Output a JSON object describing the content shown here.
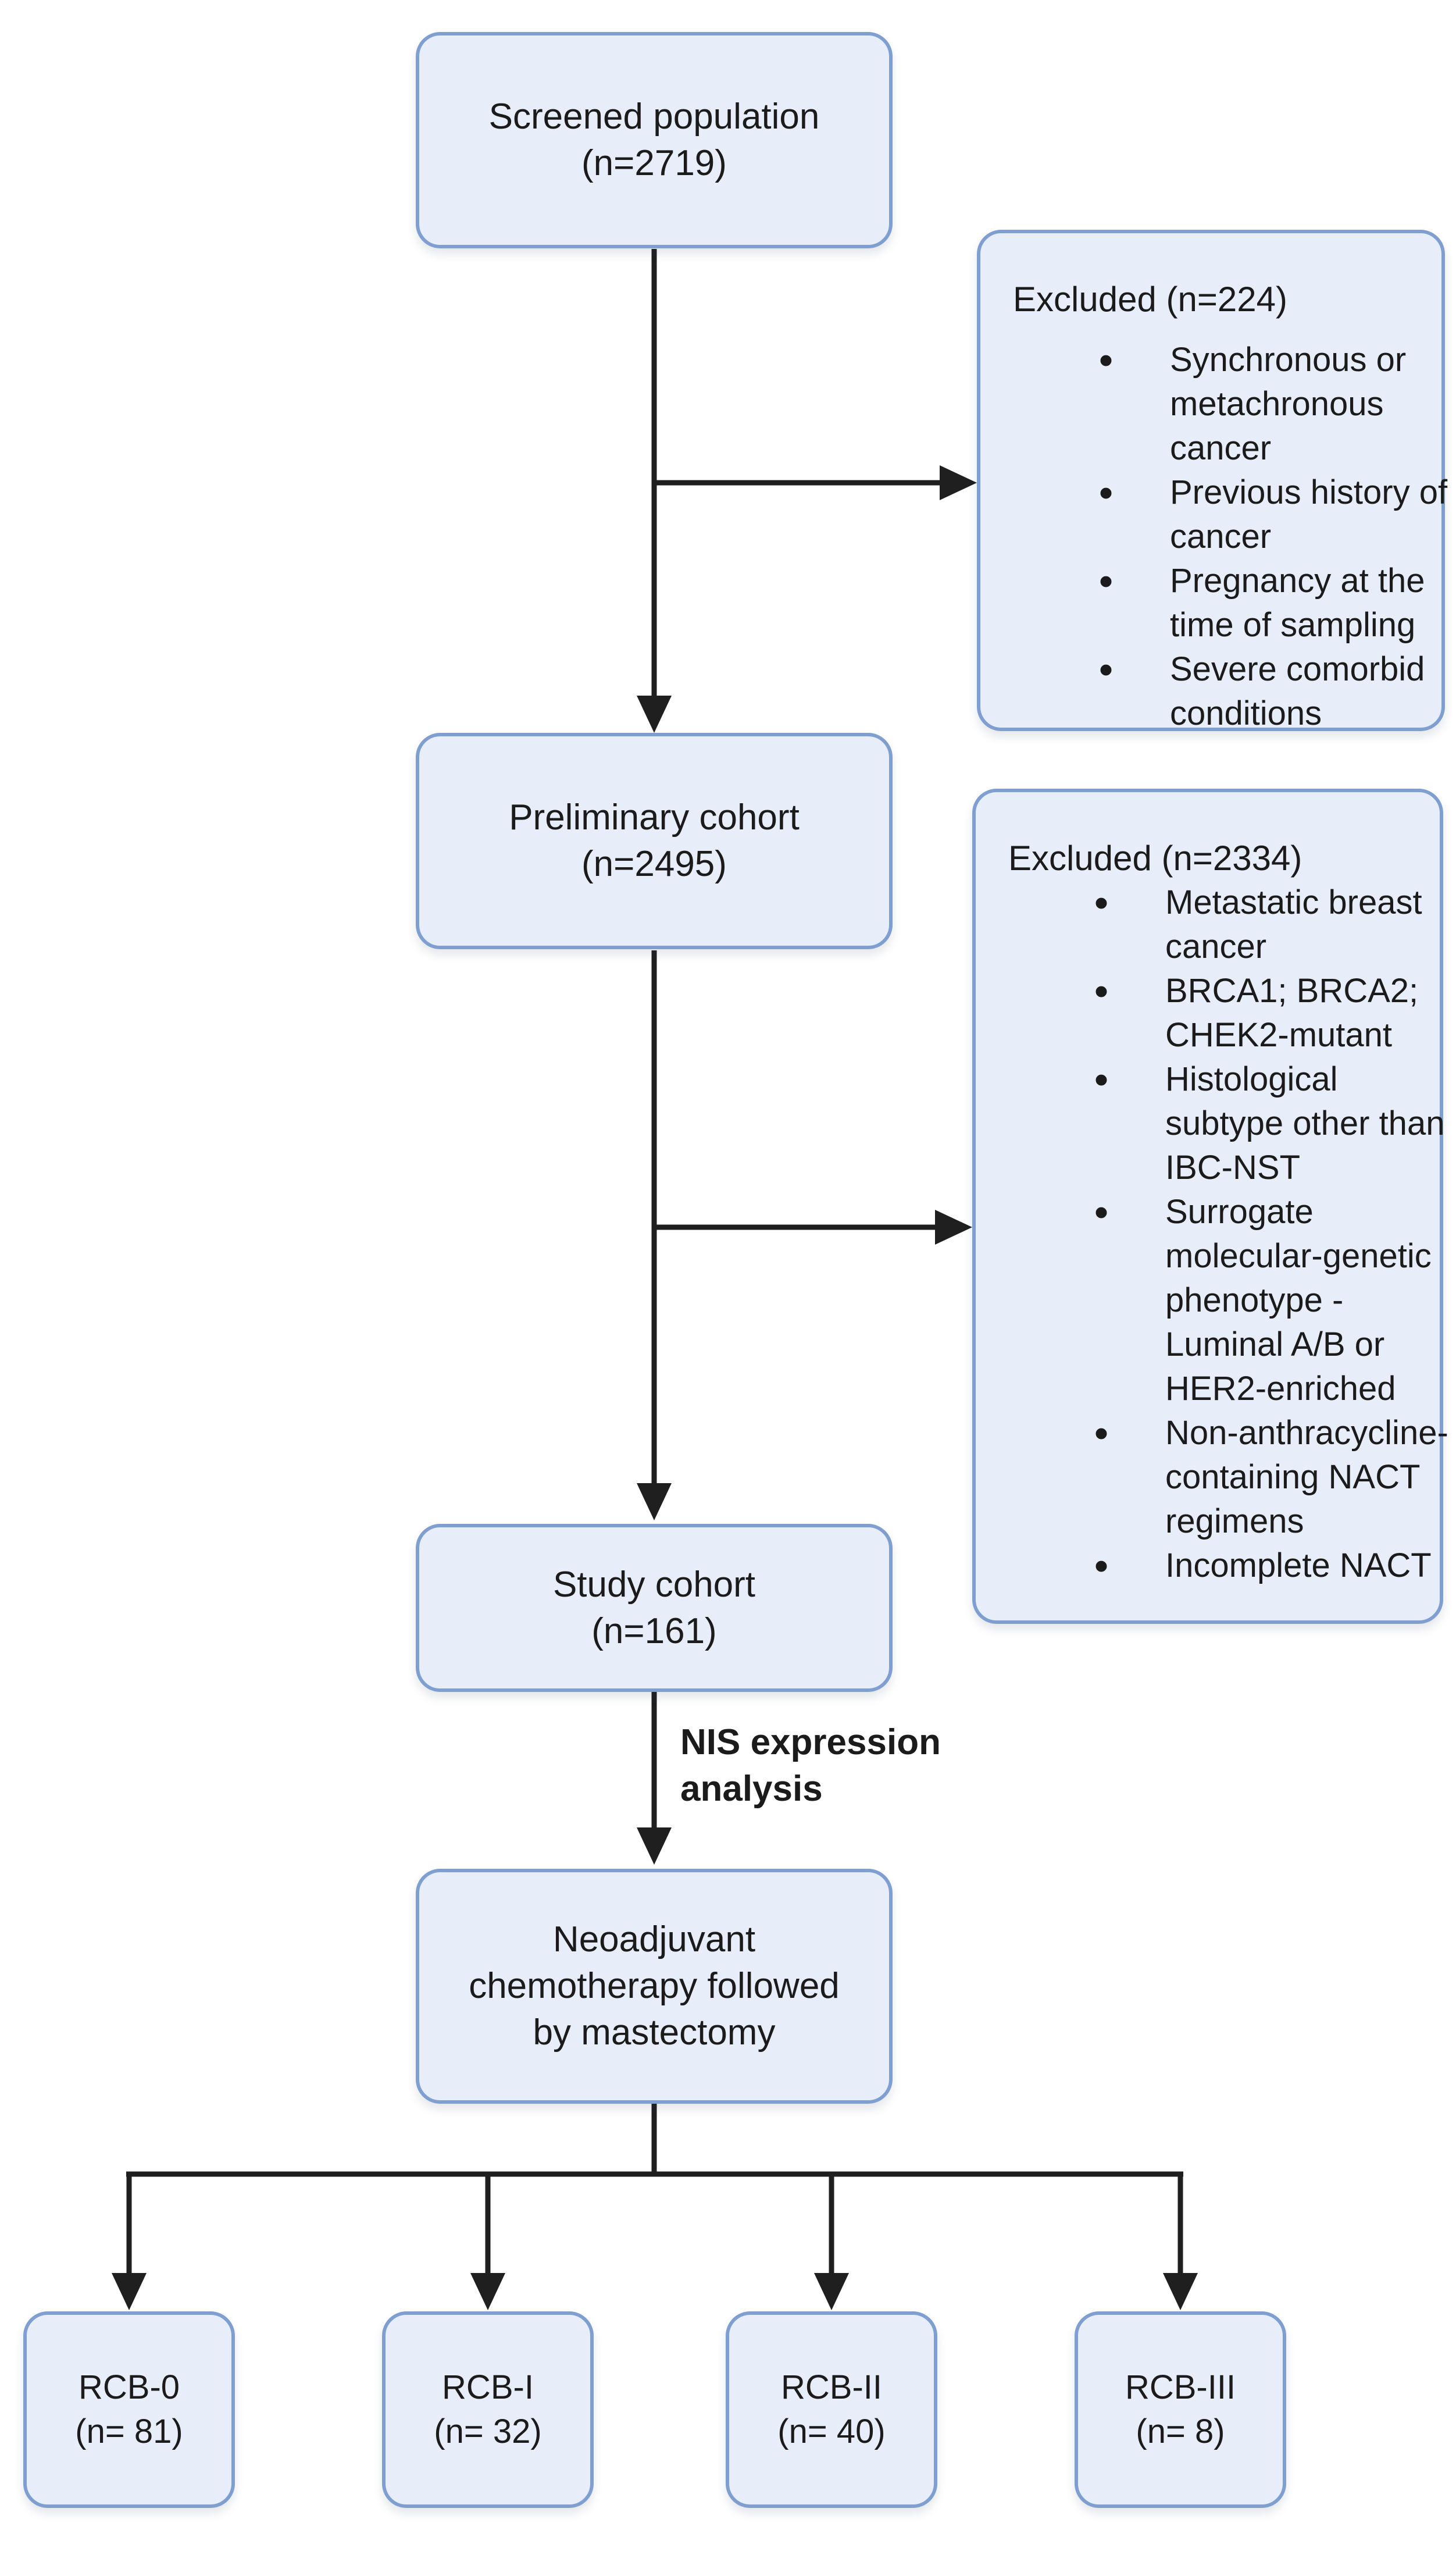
{
  "colors": {
    "node_fill": "#e7eef9",
    "node_border": "#7f9fd1",
    "arrow": "#1f1f1f",
    "text": "#1b1b1b",
    "bg": "#ffffff"
  },
  "glyphs": {
    "bullet": "•"
  },
  "flow": {
    "screened": {
      "label": "Screened population",
      "n": "(n=2719)"
    },
    "preliminary": {
      "label": "Preliminary cohort",
      "n": "(n=2495)"
    },
    "study": {
      "label": "Study cohort",
      "n": "(n=161)"
    },
    "neoadjuvant": {
      "label": "Neoadjuvant\nchemotherapy followed\nby mastectomy"
    },
    "arrow_label": "NIS expression\nanalysis",
    "excluded_1": {
      "title": "Excluded (n=224)",
      "items": [
        "Synchronous or\nmetachronous\ncancer",
        "Previous history of\ncancer",
        "Pregnancy at the\ntime of sampling",
        "Severe comorbid\nconditions"
      ]
    },
    "excluded_2": {
      "title": "Excluded (n=2334)",
      "items": [
        "Metastatic breast\ncancer",
        "BRCA1; BRCA2;\nCHEK2-mutant",
        "Histological\nsubtype other than\nIBC-NST",
        "Surrogate\nmolecular-genetic\nphenotype -\nLuminal A/B or\nHER2-enriched",
        "Non-anthracycline-\ncontaining NACT\nregimens",
        "Incomplete NACT"
      ]
    },
    "outcomes": [
      {
        "label": "RCB-0",
        "n": "(n= 81)"
      },
      {
        "label": "RCB-I",
        "n": "(n= 32)"
      },
      {
        "label": "RCB-II",
        "n": "(n= 40)"
      },
      {
        "label": "RCB-III",
        "n": "(n= 8)"
      }
    ]
  }
}
